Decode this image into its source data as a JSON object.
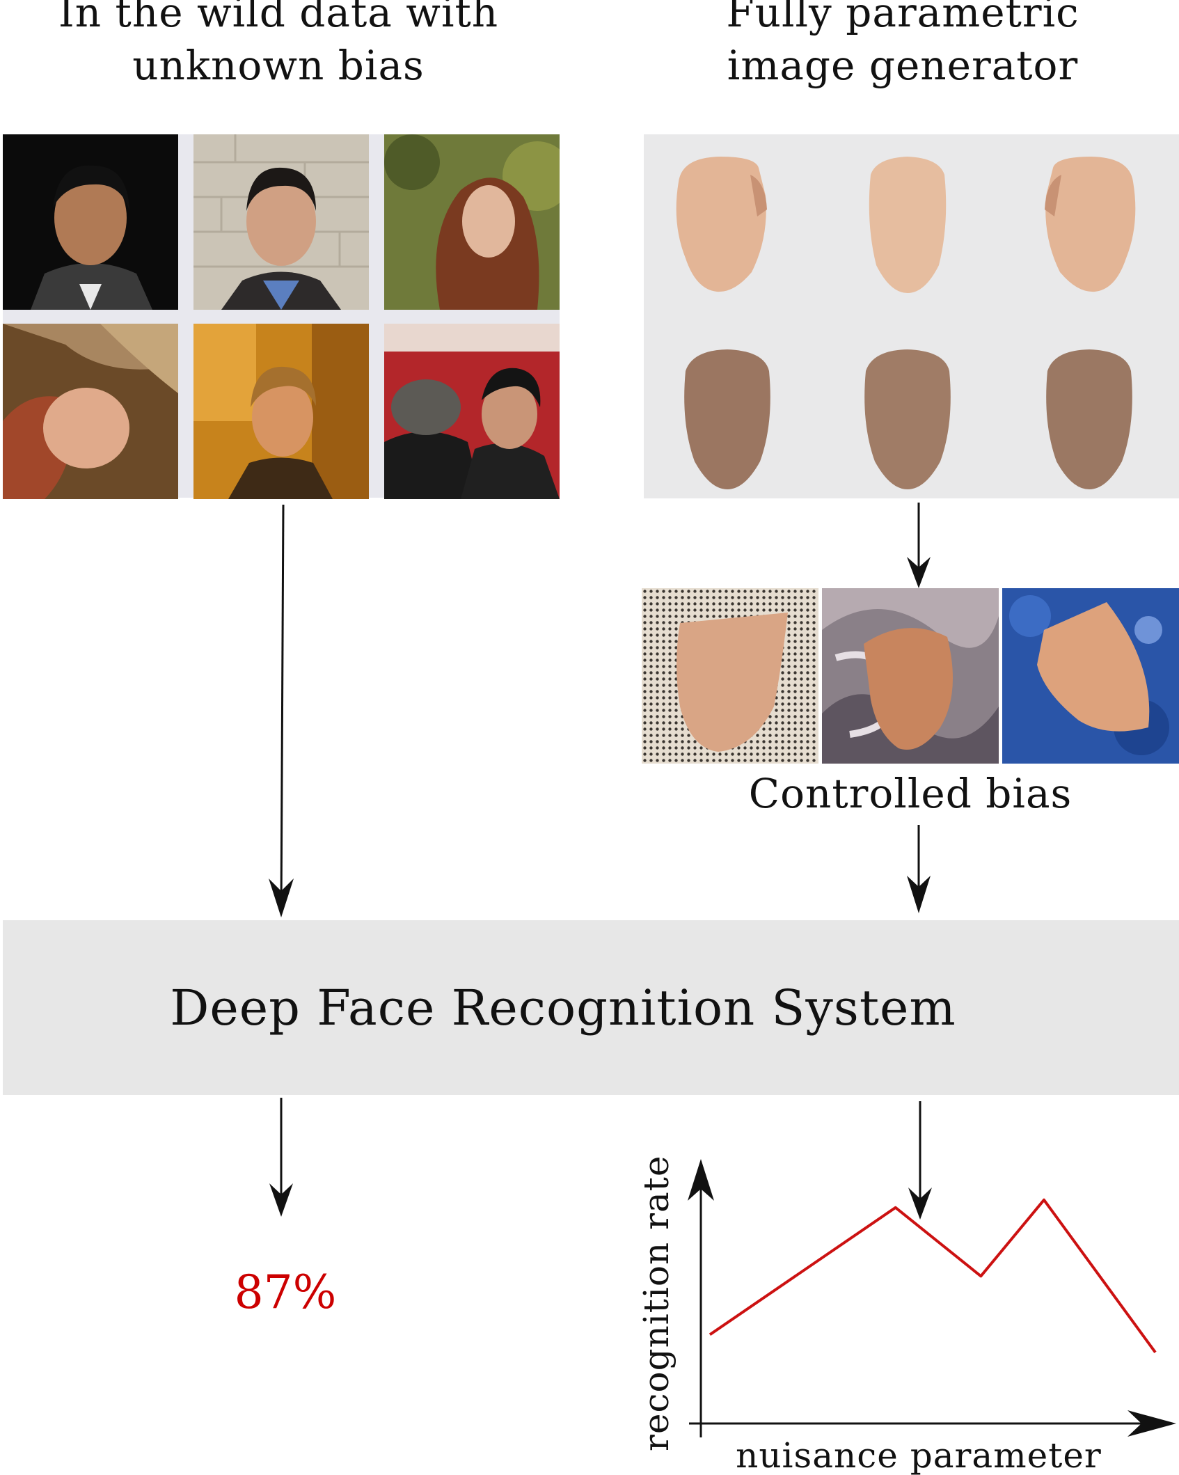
{
  "headings": {
    "left": [
      "In the wild data with",
      "unknown bias"
    ],
    "right": [
      "Fully parametric",
      "image generator"
    ]
  },
  "controlled_bias_label": "Controlled bias",
  "system_label": "Deep Face Recognition System",
  "accuracy_value": "87%",
  "chart_data": {
    "type": "line",
    "xlabel": "nuisance parameter",
    "ylabel": "recognition rate",
    "x": [
      0,
      0.5,
      0.73,
      0.9,
      1.2
    ],
    "series": [
      {
        "values": [
          0.35,
          0.85,
          0.58,
          0.88,
          0.28
        ]
      }
    ],
    "xlim": [
      0,
      1.2
    ],
    "ylim": [
      0,
      1
    ],
    "grid": false,
    "line_color": "#cc1111",
    "axis_ticks": false
  },
  "colors": {
    "accent_red": "#cc0000",
    "box_gray": "#e7e7e7",
    "panel_gray": "#e9e9ea"
  },
  "icons": {
    "arrow": "down-arrow-icon"
  }
}
